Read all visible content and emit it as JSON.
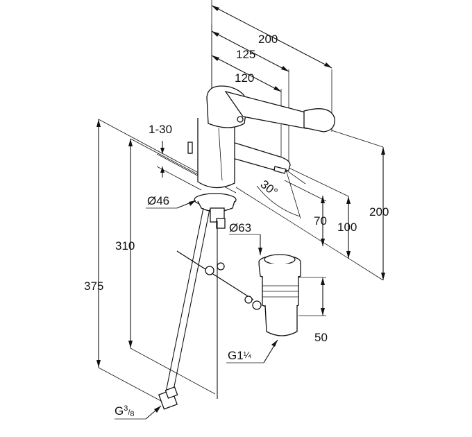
{
  "diagram": {
    "dimensions": {
      "d200_top": "200",
      "d125": "125",
      "d120": "120",
      "d1_30": "1-30",
      "d30deg": "30°",
      "d46": "Ø46",
      "d63": "Ø63",
      "d70": "70",
      "d100": "100",
      "d200_right": "200",
      "d310": "310",
      "d375": "375",
      "d50": "50",
      "g114_base": "G1",
      "g114_frac": "¼",
      "g38_base": "G",
      "g38_num": "3",
      "g38_den": "8"
    }
  }
}
